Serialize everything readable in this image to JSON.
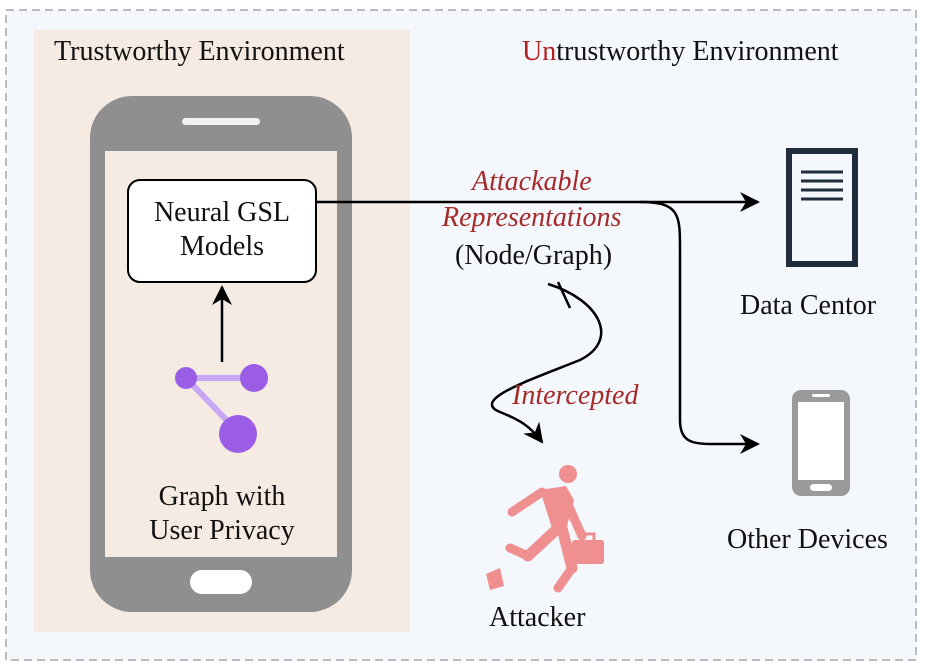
{
  "trusted_env": {
    "title": "Trustworthy Environment"
  },
  "untrusted_env": {
    "title_prefix": "Un",
    "title_rest": "trustworthy Environment",
    "accent_color": "#b22222"
  },
  "model_box": {
    "line1": "Neural GSL",
    "line2": "Models"
  },
  "graph": {
    "line1": "Graph with",
    "line2": "User Privacy",
    "node_color": "#9b5de5"
  },
  "flow": {
    "label_line1": "Attackable",
    "label_line2": "Representations",
    "label_line3": "(Node/Graph)",
    "intercept_label": "Intercepted"
  },
  "targets": {
    "data_center": "Data Centor",
    "other_devices": "Other Devices",
    "attacker": "Attacker"
  },
  "colors": {
    "trusted_bg": "#f5ebe2",
    "untrusted_bg": "#f4f7fc",
    "phone": "#8f8f8f",
    "attacker": "#ef8f8f",
    "italic_red": "#a52a2a"
  },
  "icons": [
    "smartphone-icon",
    "graph-icon",
    "server-icon",
    "phone-icon",
    "running-man-icon",
    "briefcase-icon"
  ]
}
